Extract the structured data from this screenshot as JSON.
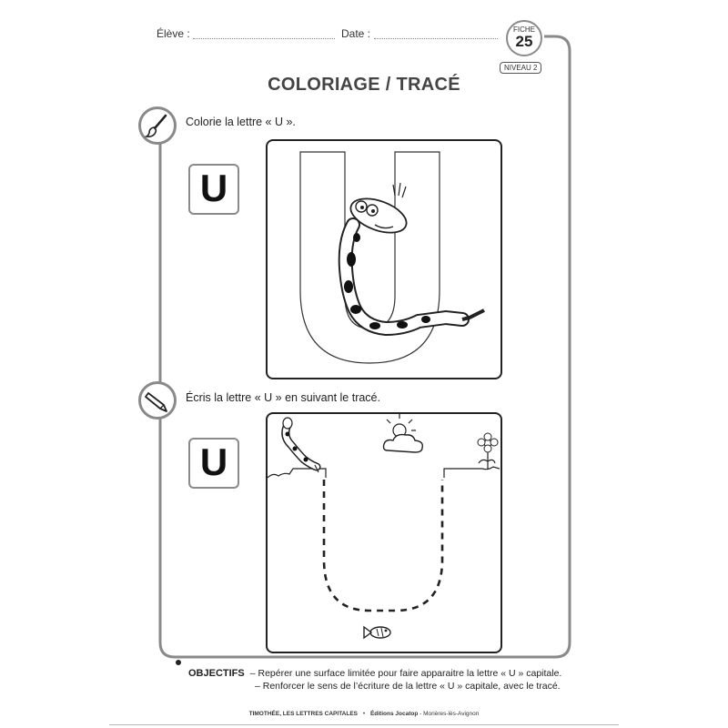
{
  "header": {
    "student_label": "Élève :",
    "date_label": "Date :",
    "fiche_label": "FICHE",
    "fiche_number": "25",
    "niveau": "NIVEAU 2"
  },
  "title": "COLORIAGE / TRACÉ",
  "exercise1": {
    "icon": "paintbrush-icon",
    "instruction": "Colorie la lettre « U ».",
    "letter": "U"
  },
  "exercise2": {
    "icon": "pencil-icon",
    "instruction": "Écris la lettre « U » en suivant le tracé.",
    "letter": "U"
  },
  "objectives": {
    "label": "OBJECTIFS",
    "items": [
      "– Repérer une surface limitée pour faire apparaitre la lettre « U » capitale.",
      "– Renforcer le sens de l’écriture de la lettre « U » capitale, avec le tracé."
    ]
  },
  "footer": {
    "book": "TIMOTHÉE, LES LETTRES CAPITALES",
    "separator": "•",
    "publisher": "Éditions Jocatop",
    "city": "- Morières-lès-Avignon"
  },
  "colors": {
    "frame_gray": "#8a8a8a",
    "ink": "#1a1a1a"
  }
}
